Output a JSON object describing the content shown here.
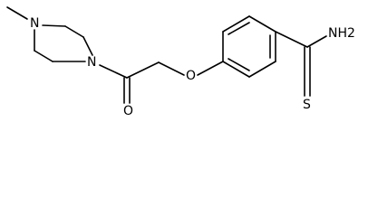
{
  "molecule": {
    "atoms": {
      "piperazine_n_methyl": "N",
      "piperazine_n_acyl": "N",
      "carbonyl_oxygen": "O",
      "ether_oxygen": "O",
      "thioamide_nitrogen": "NH2",
      "thioamide_sulfur": "S"
    }
  }
}
